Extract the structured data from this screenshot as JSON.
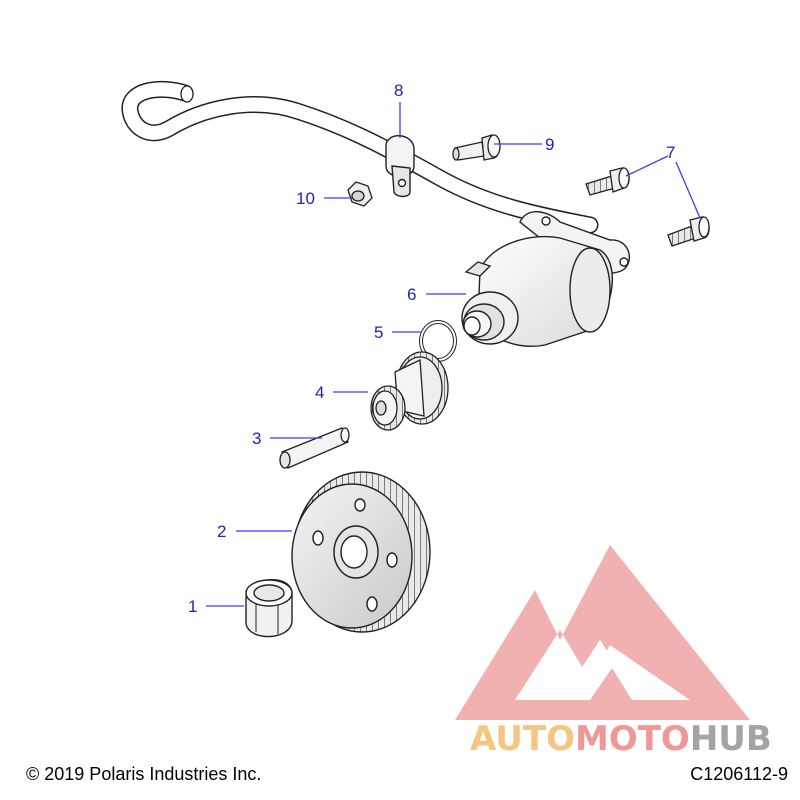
{
  "diagram": {
    "callouts": [
      "1",
      "2",
      "3",
      "4",
      "5",
      "6",
      "7",
      "8",
      "9",
      "10"
    ]
  },
  "watermark": {
    "part1": "AUTO",
    "part2": "MOTO",
    "part3": "HUB",
    "color_auto": "#f3c173",
    "color_moto": "#ef8c8c",
    "color_hub": "#9b9b9b",
    "color_mark": "#ec7a7a"
  },
  "footer": {
    "copyright": "© 2019 Polaris Industries Inc.",
    "figure_code": "C1206112-9"
  },
  "colors": {
    "callout_text": "#2222b5",
    "leader_line": "#3d3df0",
    "part_stroke": "#222222"
  }
}
